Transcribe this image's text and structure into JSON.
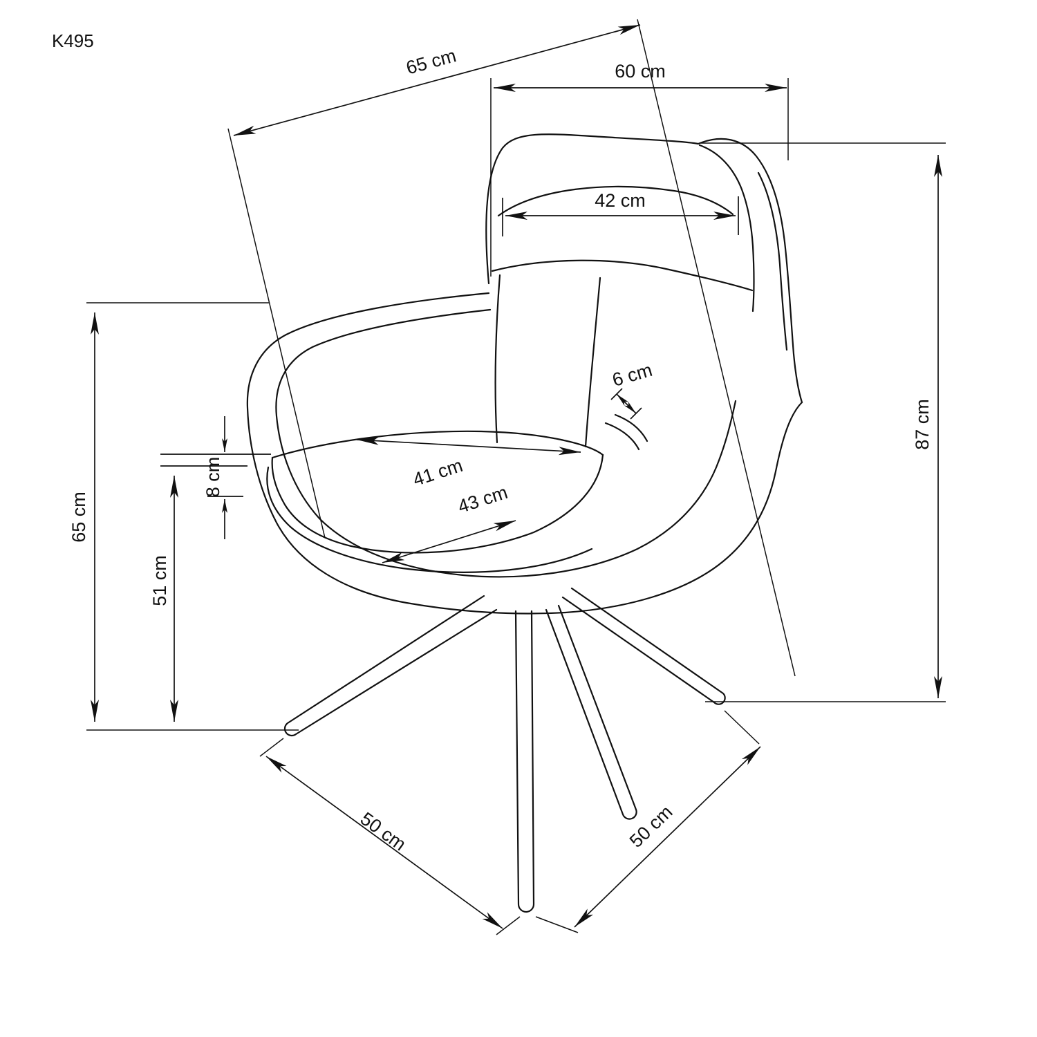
{
  "meta": {
    "kind": "furniture-dimension-diagram",
    "background_color": "#ffffff",
    "line_color": "#111111"
  },
  "title": "K495",
  "dimensions": {
    "overall_depth": {
      "label": "65 cm",
      "value": 65,
      "unit": "cm",
      "placement": "top-diagonal"
    },
    "overall_width": {
      "label": "60 cm",
      "value": 60,
      "unit": "cm",
      "placement": "top-horizontal"
    },
    "backrest_width": {
      "label": "42 cm",
      "value": 42,
      "unit": "cm",
      "placement": "upper-back-horizontal"
    },
    "back_cushion_thickness": {
      "label": "6 cm",
      "value": 6,
      "unit": "cm",
      "placement": "seat-back-seam"
    },
    "seat_width": {
      "label": "41 cm",
      "value": 41,
      "unit": "cm",
      "placement": "across-seat"
    },
    "seat_depth": {
      "label": "43 cm",
      "value": 43,
      "unit": "cm",
      "placement": "across-seat-front"
    },
    "total_height": {
      "label": "87 cm",
      "value": 87,
      "unit": "cm",
      "placement": "right-vertical"
    },
    "armrest_height": {
      "label": "65 cm",
      "value": 65,
      "unit": "cm",
      "placement": "left-vertical"
    },
    "seat_cushion_thickness": {
      "label": "8 cm",
      "value": 8,
      "unit": "cm",
      "placement": "left-small-vertical"
    },
    "seat_height": {
      "label": "51 cm",
      "value": 51,
      "unit": "cm",
      "placement": "left-inner-vertical"
    },
    "base_depth_left": {
      "label": "50 cm",
      "value": 50,
      "unit": "cm",
      "placement": "bottom-left-diagonal"
    },
    "base_depth_right": {
      "label": "50 cm",
      "value": 50,
      "unit": "cm",
      "placement": "bottom-right-diagonal"
    }
  }
}
